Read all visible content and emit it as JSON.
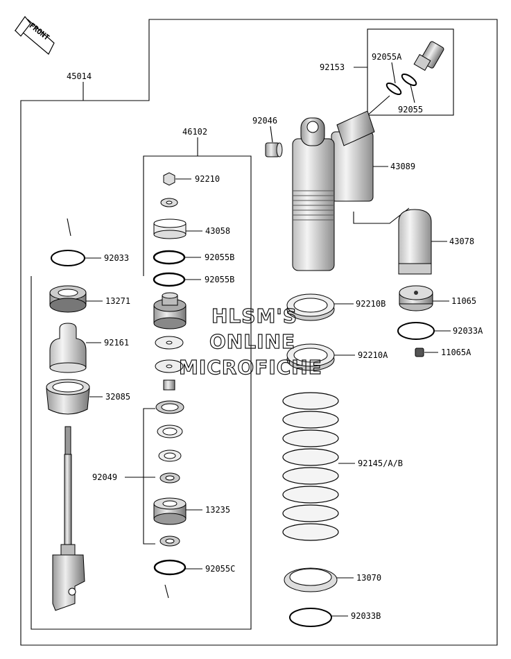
{
  "front_label": "FRONT",
  "watermark": [
    "HLSM'S",
    "ONLINE",
    "MICROFICHE"
  ],
  "parts": {
    "p45014": "45014",
    "p46102": "46102",
    "p92153": "92153",
    "p92055A": "92055A",
    "p92055": "92055",
    "p92046": "92046",
    "p43089": "43089",
    "p43078": "43078",
    "p92210": "92210",
    "p43058": "43058",
    "p92033": "92033",
    "p92055B_1": "92055B",
    "p92055B_2": "92055B",
    "p13271": "13271",
    "p92161": "92161",
    "p32085": "32085",
    "p92049": "92049",
    "p13235": "13235",
    "p92055C": "92055C",
    "p92210B": "92210B",
    "p11065": "11065",
    "p92033A": "92033A",
    "p92210A": "92210A",
    "p11065A": "11065A",
    "p92145": "92145/A/B",
    "p13070": "13070",
    "p92033B": "92033B"
  }
}
